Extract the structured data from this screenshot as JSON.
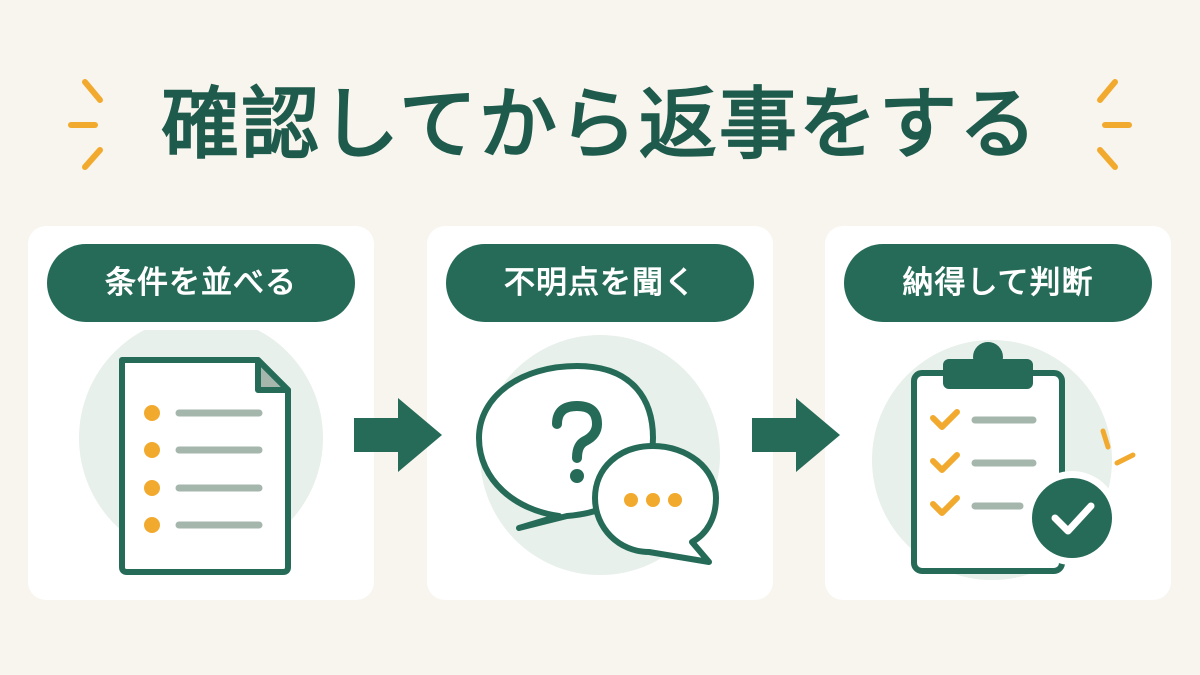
{
  "title": "確認してから返事をする",
  "steps": [
    {
      "label": "条件を並べる",
      "icon": "document-list-icon"
    },
    {
      "label": "不明点を聞く",
      "icon": "speech-bubbles-icon"
    },
    {
      "label": "納得して判断",
      "icon": "clipboard-check-icon"
    }
  ],
  "colors": {
    "background": "#f8f5ef",
    "primary": "#256b58",
    "accent": "#f2aa2e",
    "circle": "#e7f0ea",
    "line_gray": "#a5b6ad"
  }
}
